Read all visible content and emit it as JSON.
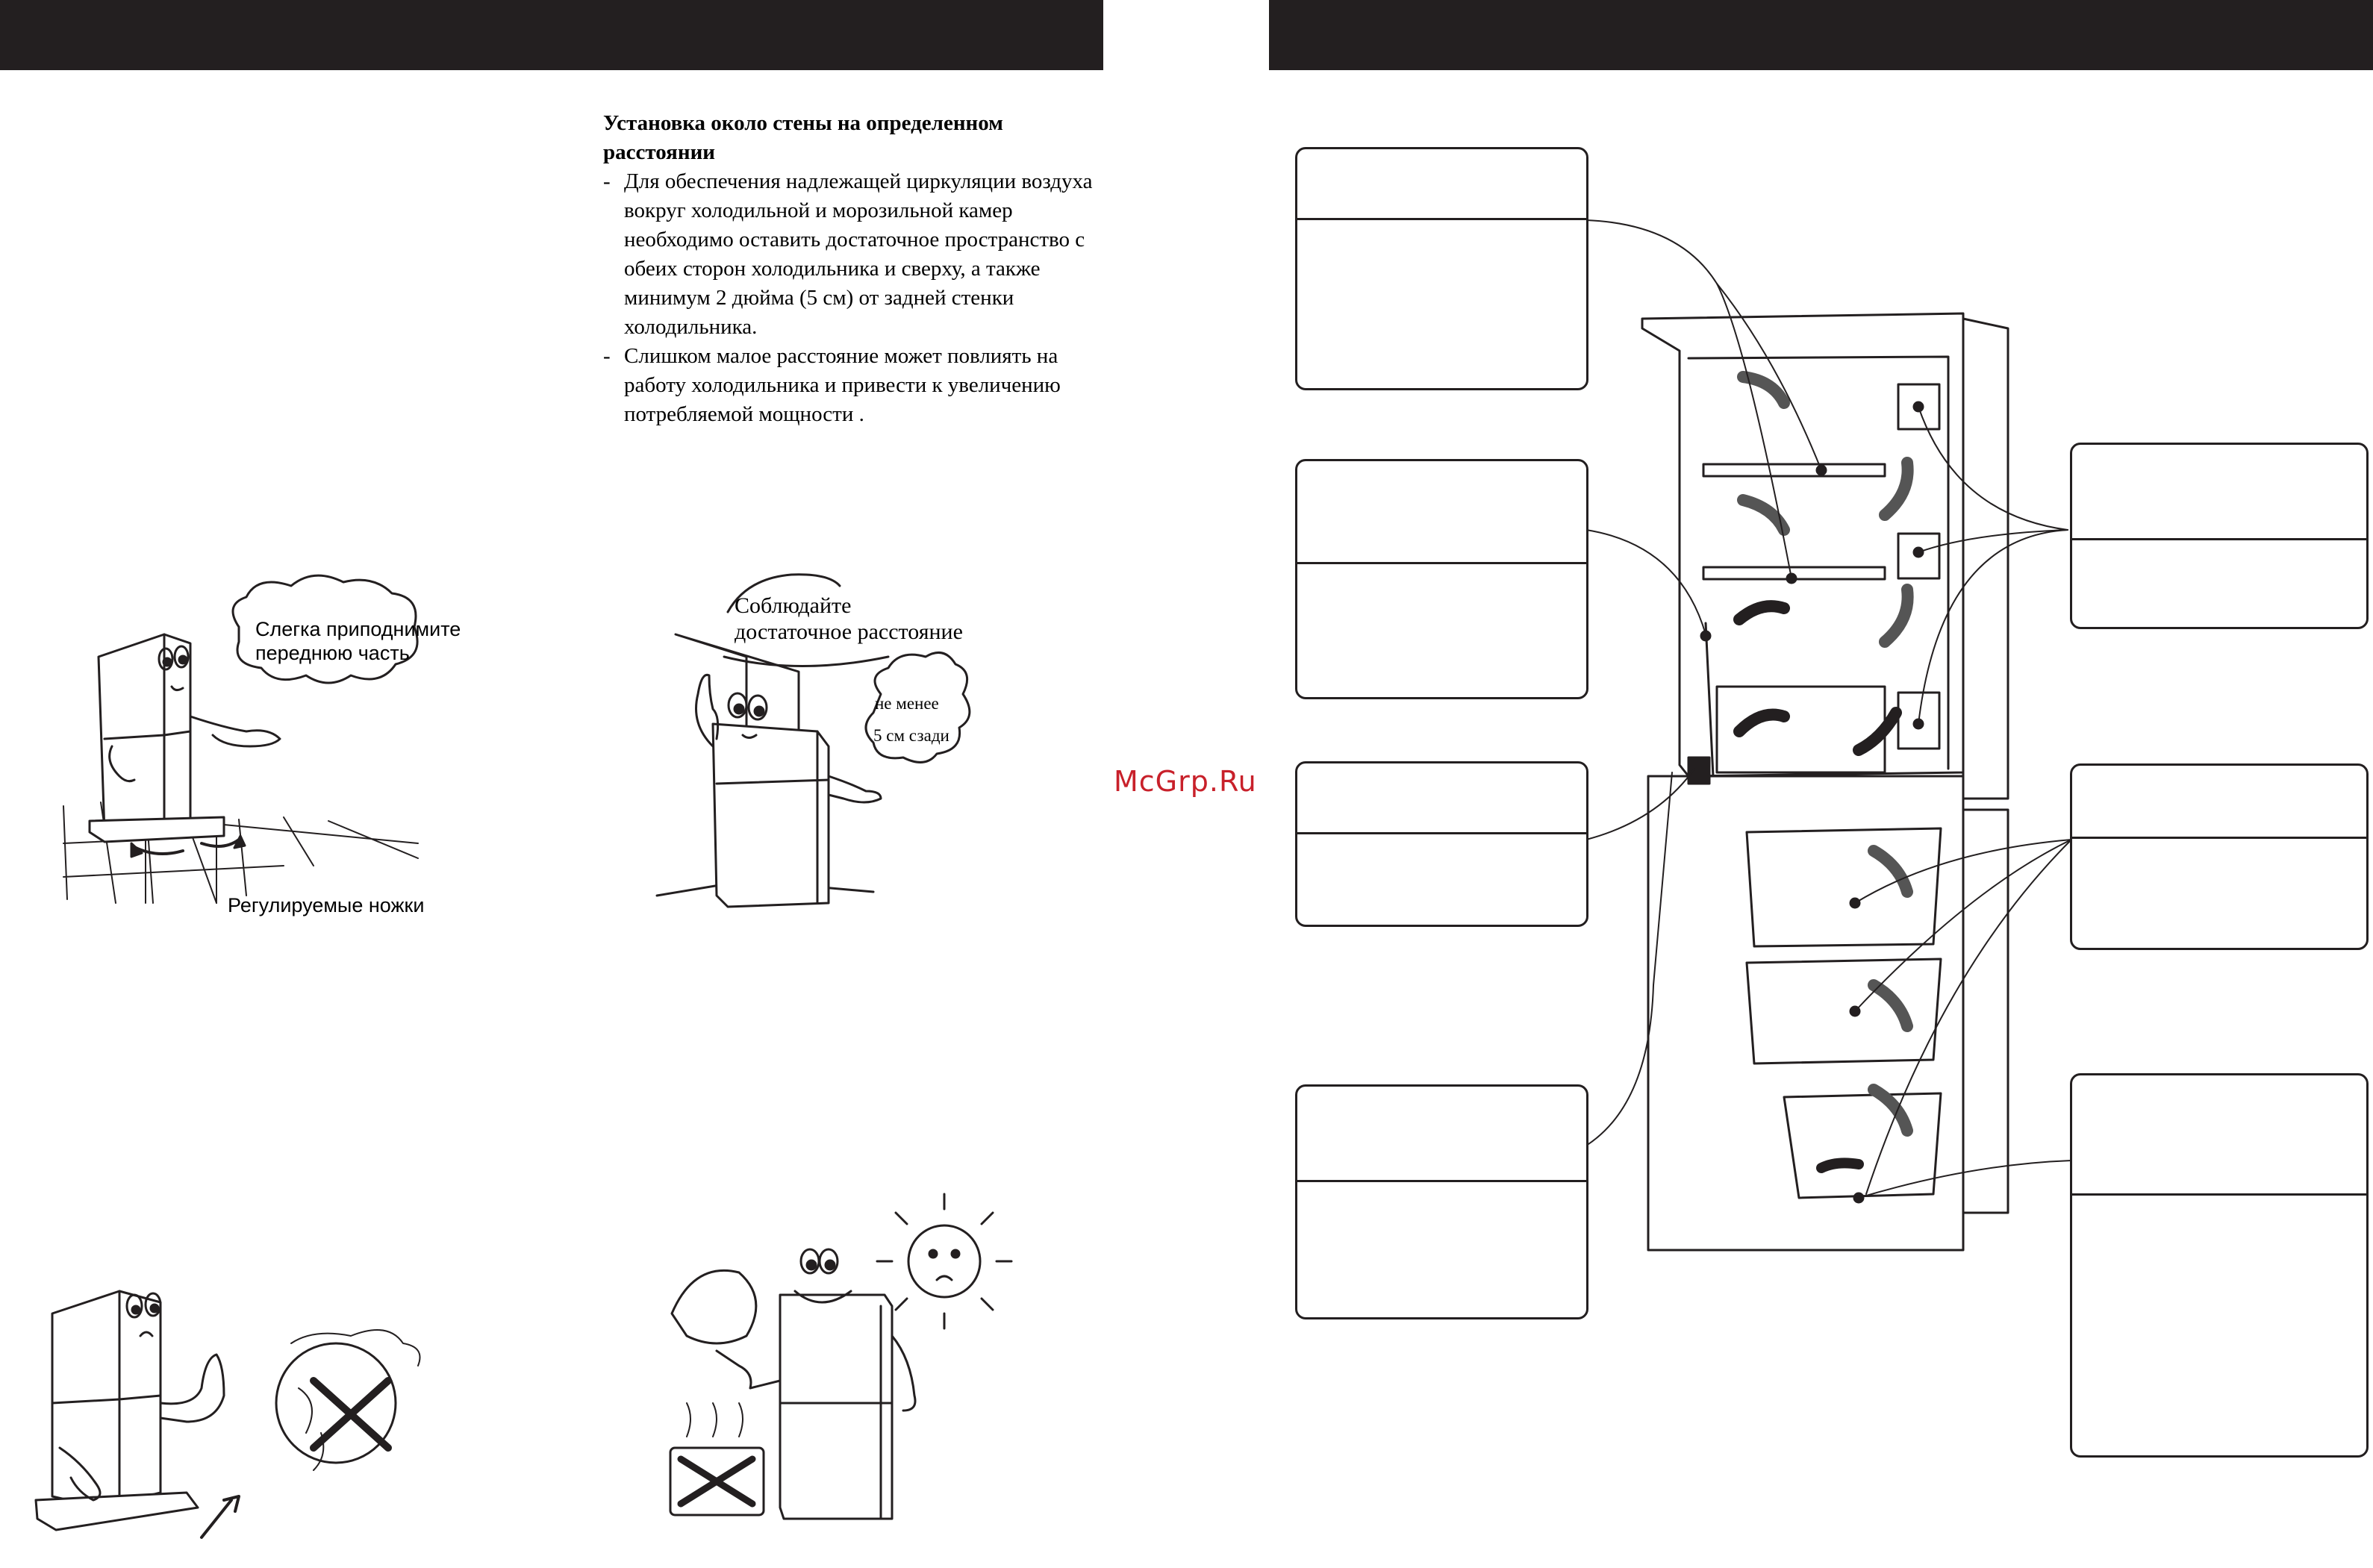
{
  "section": {
    "heading": "Установка около стены на определенном расстоянии",
    "items": [
      {
        "marker": "-",
        "text": "Для обеспечения надлежащей циркуляции воздуха вокруг холодильной и морозильной камер необходимо оставить достаточное пространство с обеих сторон холодильника и сверху, а также минимум 2 дюйма (5 см) от задней стенки холодильника."
      },
      {
        "marker": "-",
        "text": "Слишком малое расстояние может повлиять на работу холодильника и привести к увеличению потребляемой мощности ."
      }
    ]
  },
  "illustrations": {
    "level": {
      "speech": [
        "Слегка приподнимите",
        "переднюю часть"
      ],
      "caption": "Регулируемые ножки"
    },
    "clearance": {
      "speech": [
        "Соблюдайте",
        "достаточное расстояние"
      ],
      "bubble": [
        "не  менее",
        "5 см сзади"
      ]
    }
  },
  "watermark": "McGrp.Ru"
}
